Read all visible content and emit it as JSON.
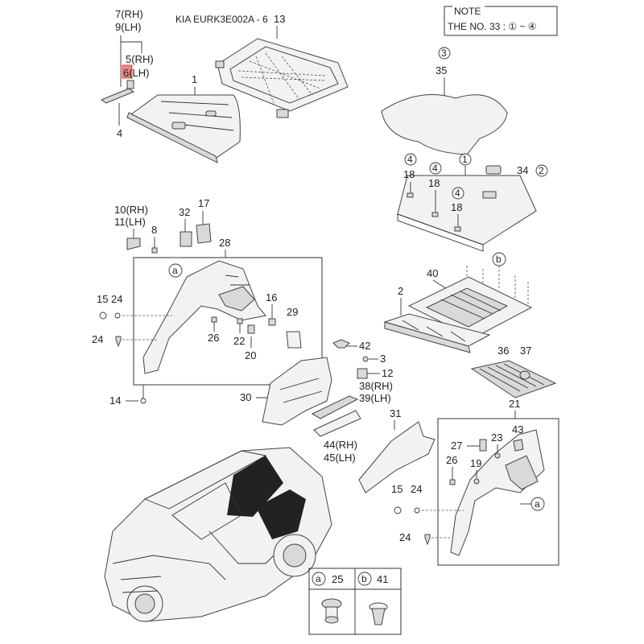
{
  "header": {
    "title": "KIA EURK3E002A - 6",
    "note_title": "NOTE",
    "note_text": "THE NO. 33 : ① ~ ④"
  },
  "labels": {
    "p13": "13",
    "p7": "7(RH)",
    "p9": "9(LH)",
    "p5": "5(RH)",
    "p6": "6(LH)",
    "p1_top": "1",
    "p4": "4",
    "c3_top": "3",
    "p35": "35",
    "c1": "1",
    "p34": "34",
    "c2": "2",
    "c4a": "4",
    "p18a": "18",
    "c4b": "4",
    "p18b": "18",
    "c4c": "4",
    "p18c": "18",
    "p10": "10(RH)",
    "p11": "11(LH)",
    "p8": "8",
    "p32": "32",
    "p17": "17",
    "p28": "28",
    "ca_left": "a",
    "p15_left": "15",
    "p24_left": "24",
    "p24_left2": "24",
    "p16": "16",
    "p29": "29",
    "p26_left": "26",
    "p22": "22",
    "p20": "20",
    "p14": "14",
    "cb_top": "b",
    "p40": "40",
    "p2": "2",
    "p36": "36",
    "p37": "37",
    "p42": "42",
    "p3": "3",
    "p12": "12",
    "p30": "30",
    "p38": "38(RH)",
    "p39": "39(LH)",
    "p21": "21",
    "p31": "31",
    "p44": "44(RH)",
    "p45": "45(LH)",
    "p27": "27",
    "p23": "23",
    "p43": "43",
    "p26_right": "26",
    "p19": "19",
    "p15_right": "15",
    "p24_right": "24",
    "p24_right2": "24",
    "ca_right": "a",
    "legend_a": "a",
    "legend_25": "25",
    "legend_b": "b",
    "legend_41": "41"
  }
}
